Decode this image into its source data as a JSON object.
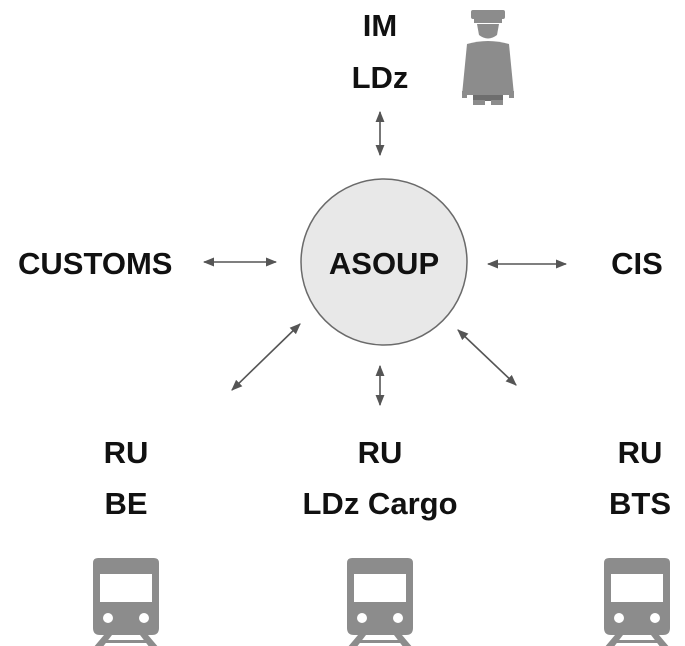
{
  "center": {
    "label": "ASOUP"
  },
  "nodes": {
    "im": {
      "line1": "IM",
      "line2": "LDz"
    },
    "customs": {
      "label": "CUSTOMS"
    },
    "cis": {
      "label": "CIS"
    },
    "ru_be": {
      "line1": "RU",
      "line2": "BE"
    },
    "ru_ldz": {
      "line1": "RU",
      "line2": "LDz Cargo"
    },
    "ru_bts": {
      "line1": "RU",
      "line2": "BTS"
    }
  },
  "icons": {
    "im": "conductor-person-icon",
    "trains": [
      "train-icon",
      "train-icon",
      "train-icon"
    ]
  },
  "colors": {
    "circle_fill": "#e8e8e8",
    "circle_stroke": "#6a6a6a",
    "arrow": "#555555",
    "icon": "#8c8c8c",
    "text": "#111111"
  }
}
